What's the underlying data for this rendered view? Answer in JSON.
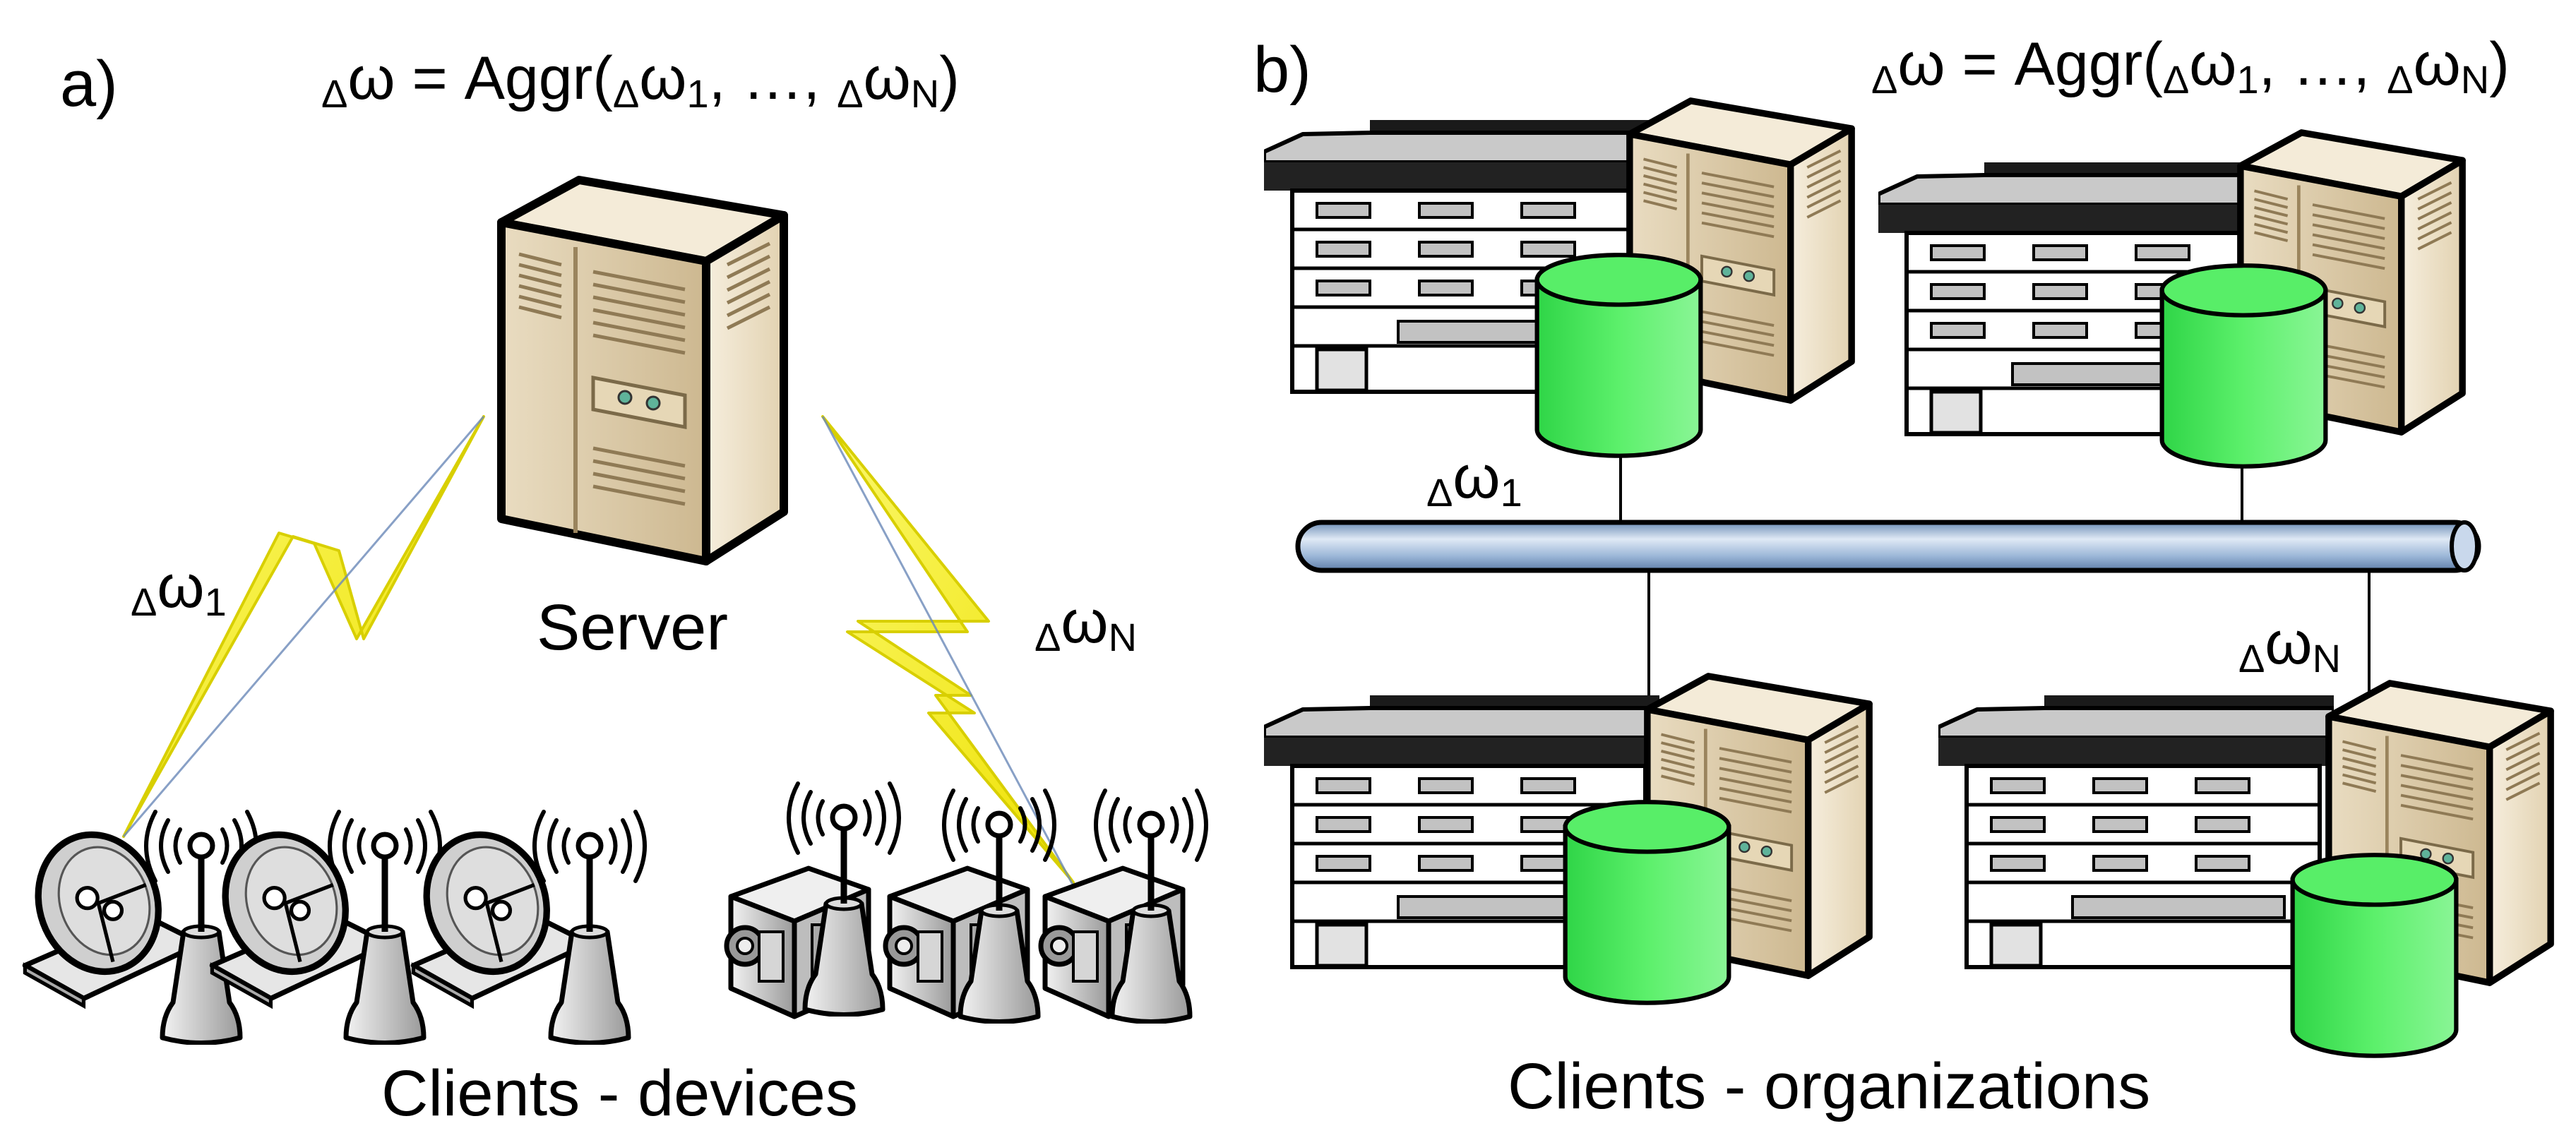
{
  "panel_a": {
    "tag": "a)",
    "formula": {
      "lhs_delta": "Δ",
      "lhs_omega": "ω",
      "equals_aggr": " = Aggr(",
      "d1": "Δ",
      "w1": "ω",
      "s1": "1",
      "sep": ", …, ",
      "dN": "Δ",
      "wN": "ω",
      "sN": "N",
      "close": ")"
    },
    "server_label": "Server",
    "link_left": {
      "delta": "Δ",
      "omega": "ω",
      "sub": "1"
    },
    "link_right": {
      "delta": "Δ",
      "omega": "ω",
      "sub": "N"
    },
    "clients_label": "Clients - devices",
    "icons": {
      "server": "server-tower-icon",
      "bolt": "lightning-bolt-icon",
      "dish": "satellite-dish-icon",
      "antenna": "radio-antenna-icon",
      "camera": "camera-icon"
    }
  },
  "panel_b": {
    "tag": "b)",
    "formula": {
      "lhs_delta": "Δ",
      "lhs_omega": "ω",
      "equals_aggr": " = Aggr(",
      "d1": "Δ",
      "w1": "ω",
      "s1": "1",
      "sep": ", …, ",
      "dN": "Δ",
      "wN": "ω",
      "sN": "N",
      "close": ")"
    },
    "link_top": {
      "delta": "Δ",
      "omega": "ω",
      "sub": "1"
    },
    "link_bottom": {
      "delta": "Δ",
      "omega": "ω",
      "sub": "N"
    },
    "clients_label": "Clients - organizations",
    "icons": {
      "building": "office-building-icon",
      "server": "server-tower-icon",
      "database": "database-cylinder-icon",
      "bus": "network-bus-pipe-icon"
    }
  },
  "colors": {
    "server_light": "#f3e8d2",
    "server_mid": "#dccaa6",
    "server_dark": "#b9a27a",
    "bolt": "#f7f02a",
    "bolt_edge": "#d9d200",
    "db_top": "#5ff16f",
    "db_body": "#39e04f",
    "pipe_light": "#dbe6f3",
    "pipe_dark": "#7f9ec4",
    "roof": "#444444",
    "roof_top": "#c8c8c8",
    "window": "#c4c4c4",
    "device": "#cfcfcf"
  }
}
